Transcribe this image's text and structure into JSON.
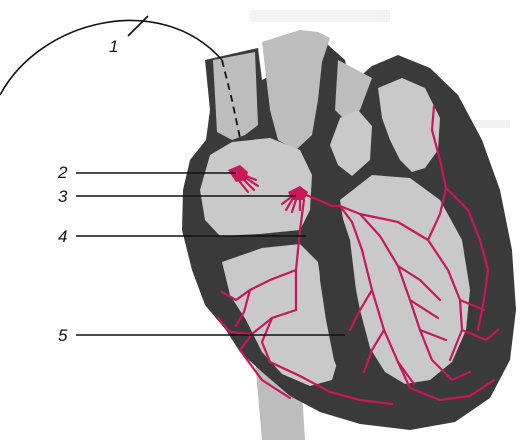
{
  "labels": [
    {
      "id": "1",
      "text": "1"
    },
    {
      "id": "2",
      "text": "2"
    },
    {
      "id": "3",
      "text": "3"
    },
    {
      "id": "4",
      "text": "4"
    },
    {
      "id": "5",
      "text": "5"
    }
  ],
  "colors": {
    "myocardium": "#3a3a3a",
    "chambers": "#c9c9c9",
    "vessels": "#bdbdbd",
    "conduction": "#c8175a",
    "ink": "#111111"
  }
}
